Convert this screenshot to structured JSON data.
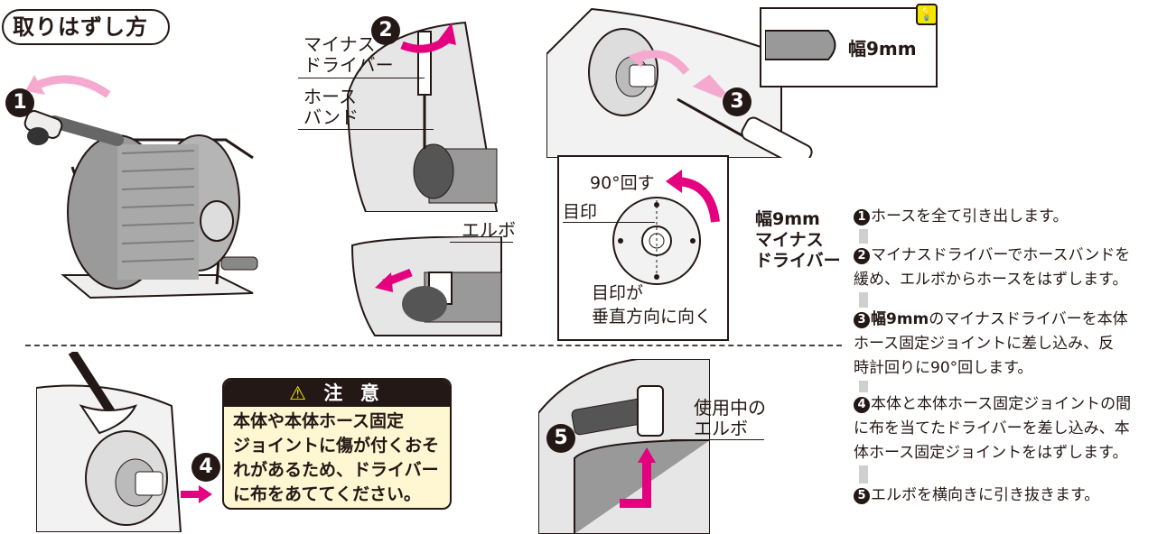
{
  "title": "取りはずし方",
  "badges": {
    "b1": "1",
    "b2": "2",
    "b3": "3",
    "b4": "4",
    "b5": "5"
  },
  "labels": {
    "minus_driver": "マイナス\nドライバー",
    "hose_band": "ホース\nバンド",
    "elbow": "エルボ",
    "rotate": "90°回す",
    "mark": "目印",
    "mark_vertical": "目印が\n垂直方向に向く",
    "tip_width": "幅9mm",
    "driver_9mm": "幅9mm\nマイナス\nドライバー",
    "elbow_in_use": "使用中の\nエルボ"
  },
  "caution": {
    "heading": "注 意",
    "body": "本体や本体ホース固定\nジョイントに傷が付くおそ\nれがあるため、ドライバー\nに布をあててください。"
  },
  "steps": [
    {
      "num": "1",
      "text": "ホースを全て引き出します。"
    },
    {
      "num": "2",
      "text": "マイナスドライバーでホースバンドを\n緩め、エルボからホースをはずします。"
    },
    {
      "num": "3",
      "bold": "幅9mm",
      "text": "のマイナスドライバーを本体\nホース固定ジョイントに差し込み、反\n時計回りに90°回します。"
    },
    {
      "num": "4",
      "text": "本体と本体ホース固定ジョイントの間\nに布を当てたドライバーを差し込み、本\n体ホース固定ジョイントをはずします。"
    },
    {
      "num": "5",
      "text": "エルボを横向きに引き抜きます。"
    }
  ],
  "colors": {
    "accent": "#e4007f",
    "ink": "#231815",
    "caution_bg": "#fff6d2",
    "tip_badge": "#f3e600",
    "flow": "#cfcfcf"
  },
  "icons": [
    "warning-icon",
    "lightbulb-icon"
  ]
}
